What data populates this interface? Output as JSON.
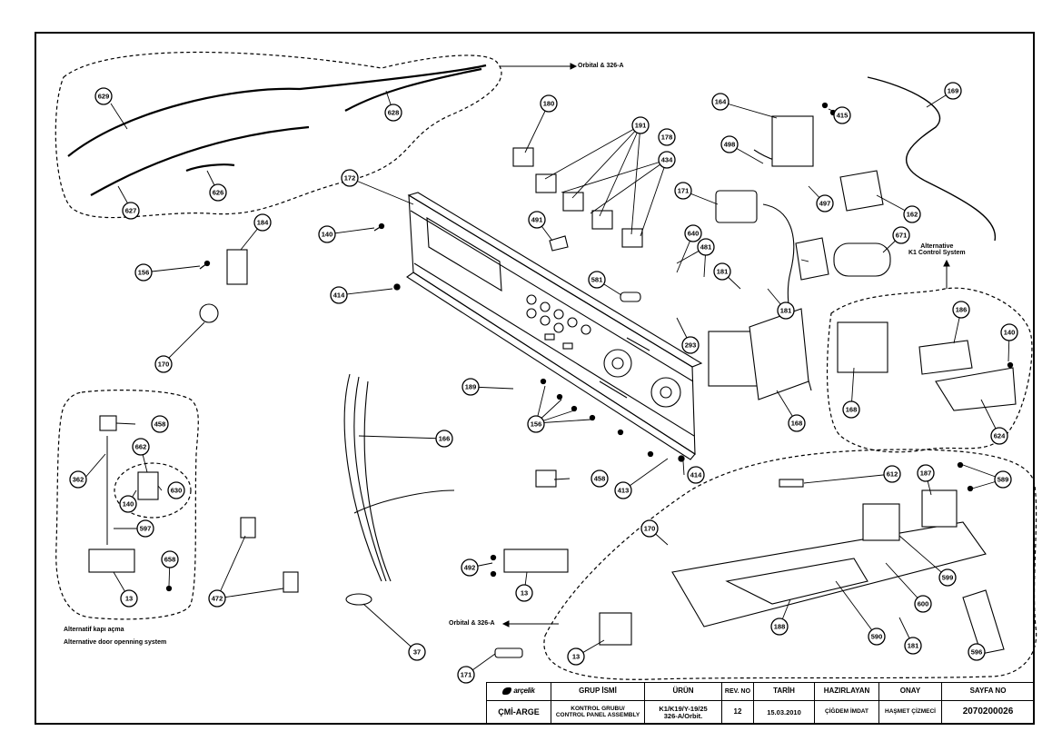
{
  "notes": {
    "orbital_top": "Orbital & 326-A",
    "orbital_bottom": "Orbital & 326-A",
    "alt_k1_line1": "Alternative",
    "alt_k1_line2": "K1 Control System",
    "alt_door_tr": "Alternatif kapı açma",
    "alt_door_en": "Alternative door openning system"
  },
  "callouts": {
    "c629": "629",
    "c628": "628",
    "c627": "627",
    "c626": "626",
    "c180": "180",
    "c191": "191",
    "c178": "178",
    "c434": "434",
    "c164": "164",
    "c415": "415",
    "c169": "169",
    "c498": "498",
    "c497": "497",
    "c162": "162",
    "c171a": "171",
    "c481": "481",
    "c491": "491",
    "c640": "640",
    "c172": "172",
    "c140a": "140",
    "c184": "184",
    "c156a": "156",
    "c414a": "414",
    "c581": "581",
    "c181a": "181",
    "c181b": "181",
    "c671": "671",
    "c293": "293",
    "c170a": "170",
    "c186": "186",
    "c140b": "140",
    "c168a": "168",
    "c168b": "168",
    "c624": "624",
    "c189": "189",
    "c156b": "156",
    "c166": "166",
    "c458a": "458",
    "c662": "662",
    "c362": "362",
    "c140c": "140",
    "c630": "630",
    "c597": "597",
    "c658": "658",
    "c13a": "13",
    "c472": "472",
    "c413": "413",
    "c414b": "414",
    "c458b": "458",
    "c612": "612",
    "c187": "187",
    "c589": "589",
    "c170b": "170",
    "c492": "492",
    "c13b": "13",
    "c599": "599",
    "c600": "600",
    "c188": "188",
    "c590": "590",
    "c181c": "181",
    "c596": "596",
    "c13c": "13",
    "c37": "37",
    "c171b": "171"
  },
  "title_block": {
    "logo": "arçelik",
    "dept": "ÇMİ-ARGE",
    "h_group": "GRUP İSMİ",
    "h_product": "ÜRÜN",
    "h_rev": "REV. NO",
    "h_date": "TARİH",
    "h_prepared": "HAZIRLAYAN",
    "h_approved": "ONAY",
    "h_page": "SAYFA NO",
    "group_line1": "KONTROL GRUBU/",
    "group_line2": "CONTROL PANEL ASSEMBLY",
    "product_line1": "K1/K19/Y-19/25",
    "product_line2": "326-A/Orbit.",
    "rev": "12",
    "date": "15.03.2010",
    "prepared": "ÇİĞDEM İMDAT",
    "approved": "HAŞMET ÇİZMECİ",
    "page_no": "2070200026"
  }
}
